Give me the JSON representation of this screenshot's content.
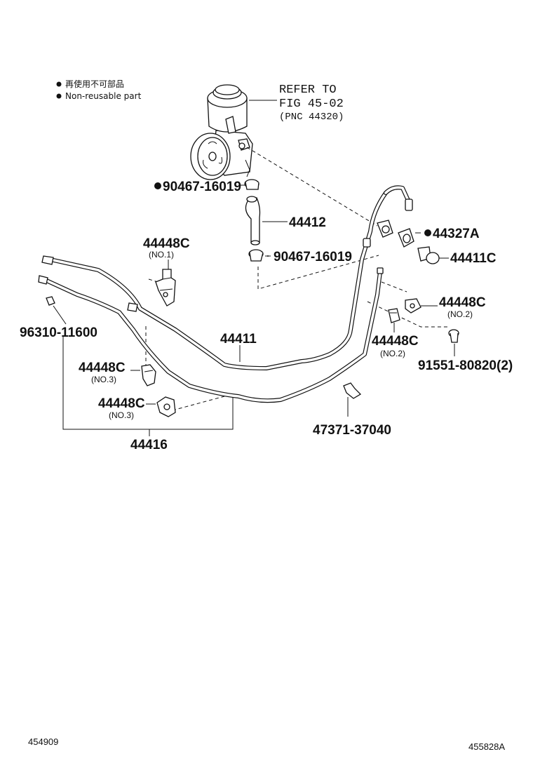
{
  "legend": {
    "line1": "再使用不可部品",
    "line2": "Non-reusable part"
  },
  "refer": {
    "line1": "REFER TO",
    "line2": "FIG 45-02",
    "line3": "(PNC 44320)"
  },
  "parts": {
    "clamp_upper": "90467-16019",
    "hose": "44412",
    "clamp_lower": "90467-16019",
    "union_gasket": "44327A",
    "union_bolt": "44411C",
    "bracket_no1": "44448C",
    "bracket_no1_sub": "(NO.1)",
    "bracket_no2_right": "44448C",
    "bracket_no2_right_sub": "(NO.2)",
    "bracket_no2_mid": "44448C",
    "bracket_no2_mid_sub": "(NO.2)",
    "bolt": "91551-80820(2)",
    "pressure_tube": "44411",
    "o_ring": "96310-11600",
    "bracket_no3_a": "44448C",
    "bracket_no3_a_sub": "(NO.3)",
    "bracket_no3_b": "44448C",
    "bracket_no3_b_sub": "(NO.3)",
    "return_tube_assy": "44416",
    "clamp_tube": "47371-37040"
  },
  "footer": {
    "left_code": "454909",
    "right_code": "455828A"
  }
}
